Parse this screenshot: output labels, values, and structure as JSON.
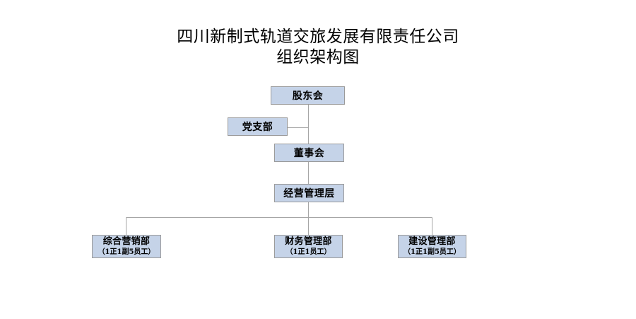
{
  "chart_data": {
    "type": "diagram",
    "diagram_type": "organizational-chart",
    "title": "四川新制式轨道交旅发展有限责任公司组织架构图",
    "nodes": [
      {
        "id": "shareholders",
        "label": "股东会",
        "level": 1
      },
      {
        "id": "party",
        "label": "党支部",
        "level": 2,
        "side": "left"
      },
      {
        "id": "board",
        "label": "董事会",
        "level": 2
      },
      {
        "id": "management",
        "label": "经营管理层",
        "level": 3
      },
      {
        "id": "dept-marketing",
        "label": "综合营销部",
        "staffing": "（1正1副5员工）",
        "level": 4
      },
      {
        "id": "dept-finance",
        "label": "财务管理部",
        "staffing": "（1正1员工）",
        "level": 4
      },
      {
        "id": "dept-construction",
        "label": "建设管理部",
        "staffing": "（1正1副5员工）",
        "level": 4
      }
    ],
    "edges": [
      {
        "from": "shareholders",
        "to": "board"
      },
      {
        "from": "party",
        "to": "board",
        "style": "side-branch"
      },
      {
        "from": "board",
        "to": "management"
      },
      {
        "from": "management",
        "to": "dept-marketing"
      },
      {
        "from": "management",
        "to": "dept-finance"
      },
      {
        "from": "management",
        "to": "dept-construction"
      }
    ],
    "colors": {
      "node_fill": "#c5d3e8",
      "node_border": "#9a9a9a",
      "connector": "#a6a6a6",
      "text": "#000000",
      "background": "#ffffff"
    }
  },
  "title": {
    "line1": "四川新制式轨道交旅发展有限责任公司",
    "line2": "组织架构图"
  },
  "nodes": {
    "shareholders": {
      "label": "股东会"
    },
    "party": {
      "label": "党支部"
    },
    "board": {
      "label": "董事会"
    },
    "management": {
      "label": "经营管理层"
    },
    "dept_marketing": {
      "label": "综合营销部",
      "staffing": "（1正1副5员工）"
    },
    "dept_finance": {
      "label": "财务管理部",
      "staffing": "（1正1员工）"
    },
    "dept_construction": {
      "label": "建设管理部",
      "staffing": "（1正1副5员工）"
    }
  }
}
